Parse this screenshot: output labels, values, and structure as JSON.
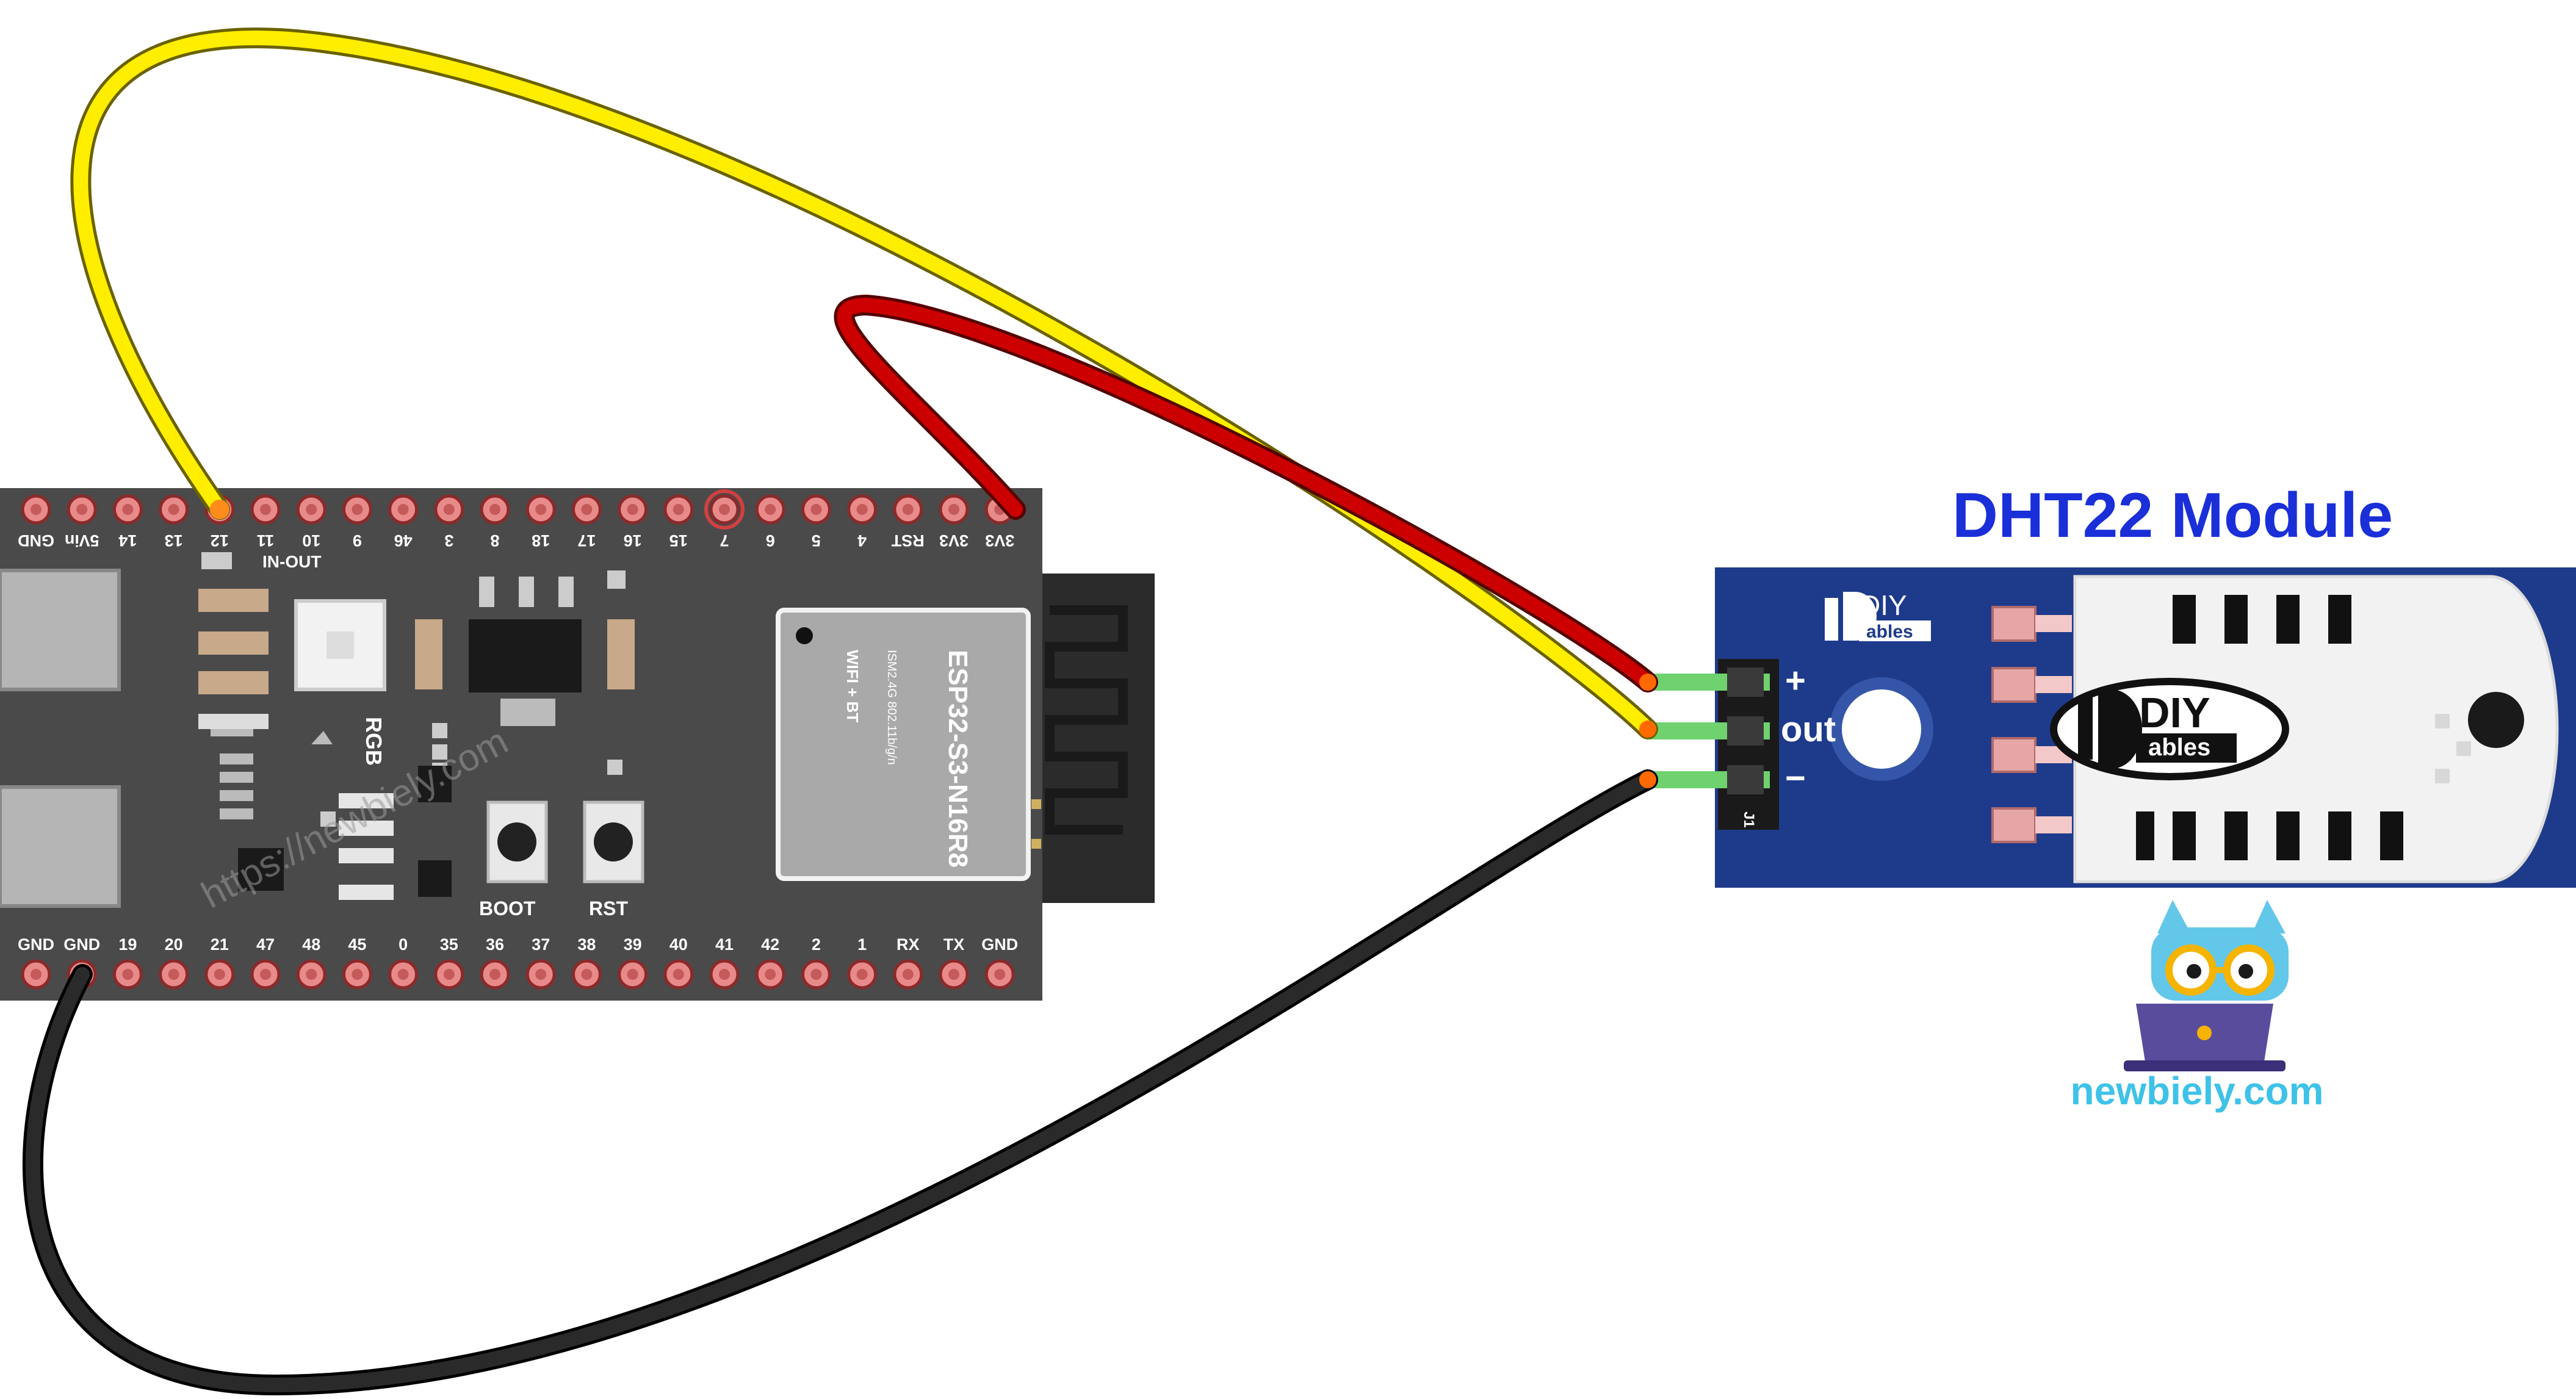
{
  "module_title": "DHT22 Module",
  "board": {
    "chip_label": "ESP32-S3-N16R8",
    "chip_sub1": "ISM2.4G 802.11b/g/n",
    "chip_sub2": "WIFI + BT",
    "rgb_label": "RGB",
    "inout_label": "IN-OUT",
    "boot_label": "BOOT",
    "rst_label": "RST",
    "watermark": "https://newbiely.com",
    "top_pins": [
      "GND",
      "5Vin",
      "14",
      "13",
      "12",
      "11",
      "10",
      "9",
      "46",
      "3",
      "8",
      "18",
      "17",
      "16",
      "15",
      "7",
      "6",
      "5",
      "4",
      "RST",
      "3V3",
      "3V3"
    ],
    "bottom_pins": [
      "GND",
      "GND",
      "19",
      "20",
      "21",
      "47",
      "48",
      "45",
      "0",
      "35",
      "36",
      "37",
      "38",
      "39",
      "40",
      "41",
      "42",
      "2",
      "1",
      "RX",
      "TX",
      "GND"
    ]
  },
  "module": {
    "pin_plus": "+",
    "pin_out": "out",
    "pin_minus": "−",
    "header_label": "J1",
    "brand_small_top": "DIY",
    "brand_small_bottom": "ables",
    "brand_big_top": "DIY",
    "brand_big_bottom": "ables"
  },
  "logo": {
    "text": "newbiely.com"
  },
  "wires": [
    {
      "name": "yellow",
      "color": "#ffee00",
      "from": "12",
      "to": "out"
    },
    {
      "name": "red",
      "color": "#cc0000",
      "from": "3V3",
      "to": "+"
    },
    {
      "name": "black",
      "color": "#1a1a1a",
      "from": "GND",
      "to": "−"
    }
  ],
  "colors": {
    "board": "#4a4a4a",
    "module": "#1e3a8a",
    "title": "#1a2fd8",
    "logo_text": "#3fc2e8"
  }
}
